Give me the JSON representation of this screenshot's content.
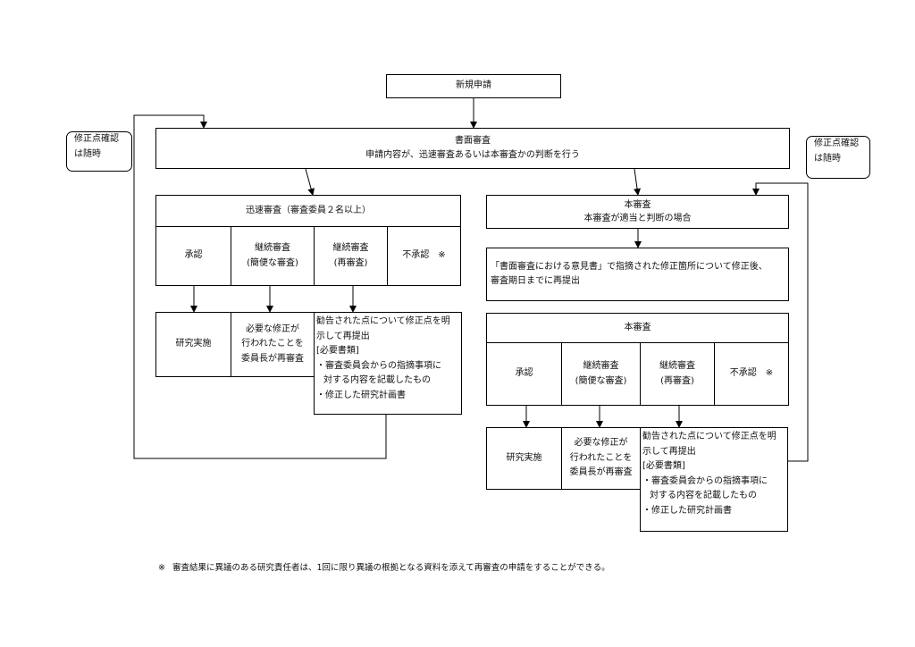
{
  "new_application": "新規申請",
  "document_review": {
    "title": "書面審査",
    "subtitle": "申請内容が、迅速審査あるいは本審査かの判断を行う"
  },
  "revision_note_left": {
    "line1": "修正点確認",
    "line2": "は随時"
  },
  "revision_note_right": {
    "line1": "修正点確認",
    "line2": "は随時"
  },
  "expedited": {
    "header": "迅速審査（審査委員２名以上）",
    "outcomes": {
      "approve": "承認",
      "continue_simple_1": "継続審査",
      "continue_simple_2": "(簡便な審査)",
      "continue_rereview_1": "継続審査",
      "continue_rereview_2": "(再審査)",
      "reject": "不承認　※"
    },
    "result_research": "研究実施",
    "result_chair": {
      "line1": "必要な修正が",
      "line2": "行われたことを",
      "line3": "委員長が再審査"
    },
    "result_resubmit": {
      "line1": "勧告された点について修正点を明",
      "line2": "示して再提出",
      "line3": "[必要書類]",
      "line4": "・審査委員会からの指摘事項に",
      "line5": "対する内容を記載したもの",
      "line6": "・修正した研究計画書"
    }
  },
  "full_review": {
    "header_title": "本審査",
    "header_subtitle": "本審査が適当と判断の場合",
    "opinion": {
      "line1": "「書面審査における意見書」で指摘された修正箇所について修正後、",
      "line2": "審査期日までに再提出"
    },
    "review_title": "本審査",
    "outcomes": {
      "approve": "承認",
      "continue_simple_1": "継続審査",
      "continue_simple_2": "(簡便な審査)",
      "continue_rereview_1": "継続審査",
      "continue_rereview_2": "(再審査)",
      "reject": "不承認　※"
    },
    "result_research": "研究実施",
    "result_chair": {
      "line1": "必要な修正が",
      "line2": "行われたことを",
      "line3": "委員長が再審査"
    },
    "result_resubmit": {
      "line1": "勧告された点について修正点を明",
      "line2": "示して再提出",
      "line3": "[必要書類]",
      "line4": "・審査委員会からの指摘事項に",
      "line5": "対する内容を記載したもの",
      "line6": "・修正した研究計画書"
    }
  },
  "footnote": {
    "mark": "※",
    "text": "審査結果に異議のある研究責任者は、1回に限り異議の根拠となる資料を添えて再審査の申請をすることができる。"
  }
}
